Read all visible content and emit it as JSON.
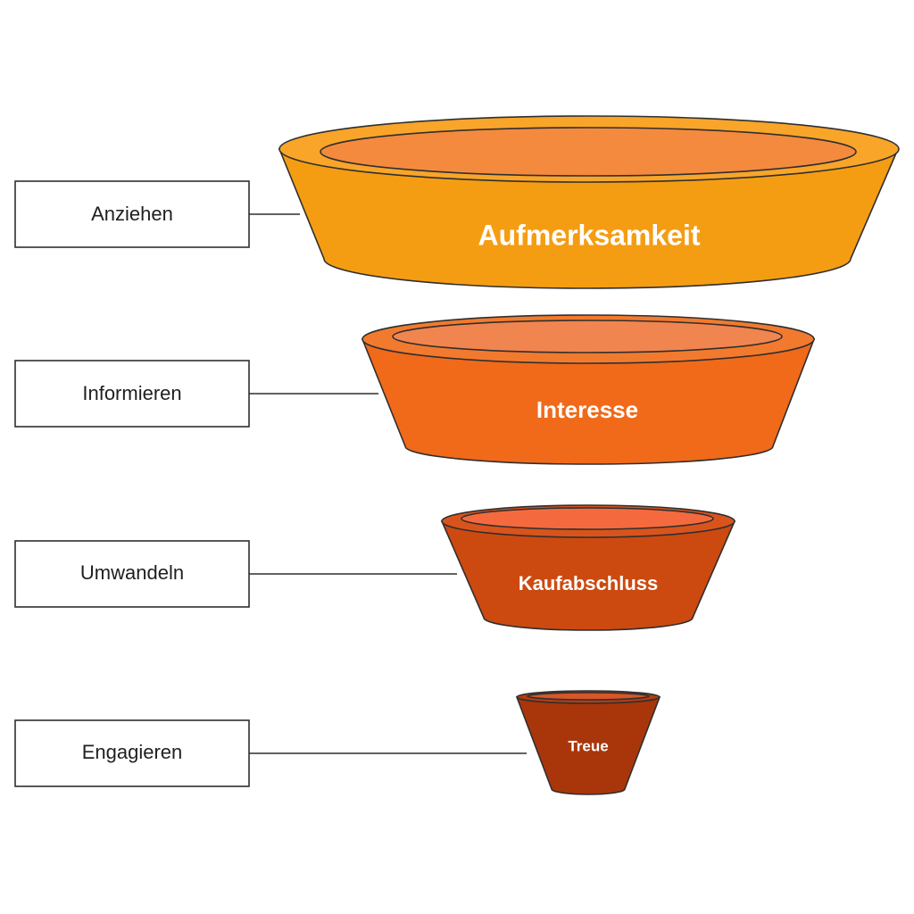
{
  "stages": [
    {
      "label": "Anziehen",
      "segment": "Aufmerksamkeit",
      "colors": {
        "body": "#F59D12",
        "rim": "#F8A52A",
        "inner": "#F48A3E"
      }
    },
    {
      "label": "Informieren",
      "segment": "Interesse",
      "colors": {
        "body": "#F06A1A",
        "rim": "#F27A2E",
        "inner": "#F18550"
      }
    },
    {
      "label": "Umwandeln",
      "segment": "Kaufabschluss",
      "colors": {
        "body": "#CC4A10",
        "rim": "#D9541C",
        "inner": "#F46A3E"
      }
    },
    {
      "label": "Engagieren",
      "segment": "Treue",
      "colors": {
        "body": "#A9360B",
        "rim": "#B23D12",
        "inner": "#D5572A"
      }
    }
  ]
}
